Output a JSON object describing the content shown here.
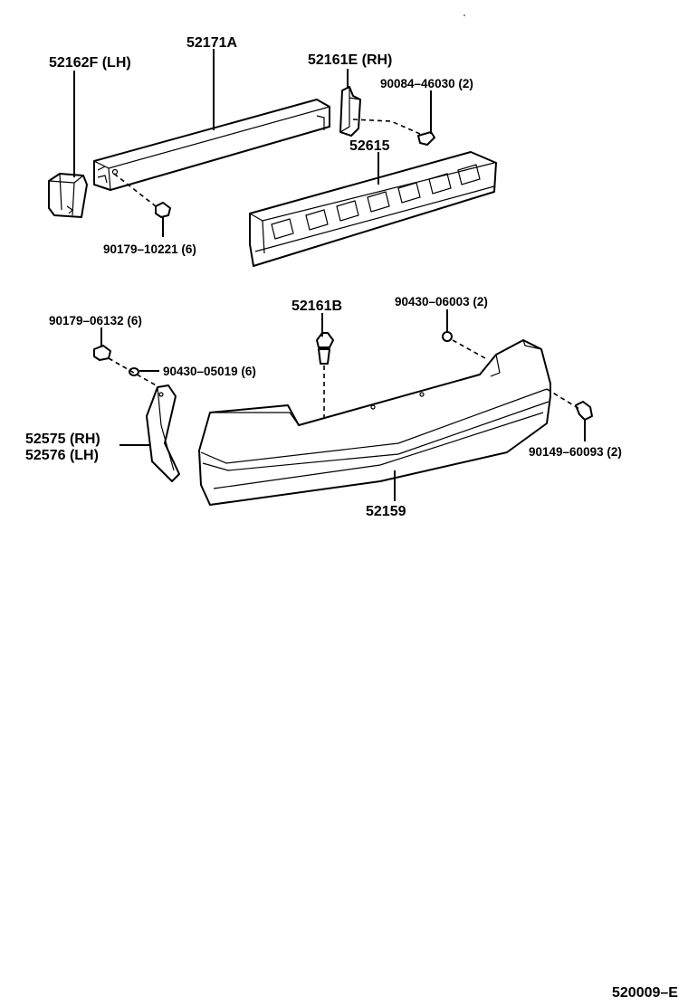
{
  "labels": {
    "p52162f": "52162F (LH)",
    "p52171a": "52171A",
    "p52161e": "52161E (RH)",
    "p90084": "90084–46030 (2)",
    "p52615": "52615",
    "p90179_10221": "90179–10221 (6)",
    "p90179_06132": "90179–06132 (6)",
    "p52161b": "52161B",
    "p90430_06003": "90430–06003 (2)",
    "p90430_05019": "90430–05019 (6)",
    "p52575": "52575 (RH)",
    "p52576": "52576 (LH)",
    "p90149": "90149–60093 (2)",
    "p52159": "52159",
    "figure_code": "520009–E"
  }
}
